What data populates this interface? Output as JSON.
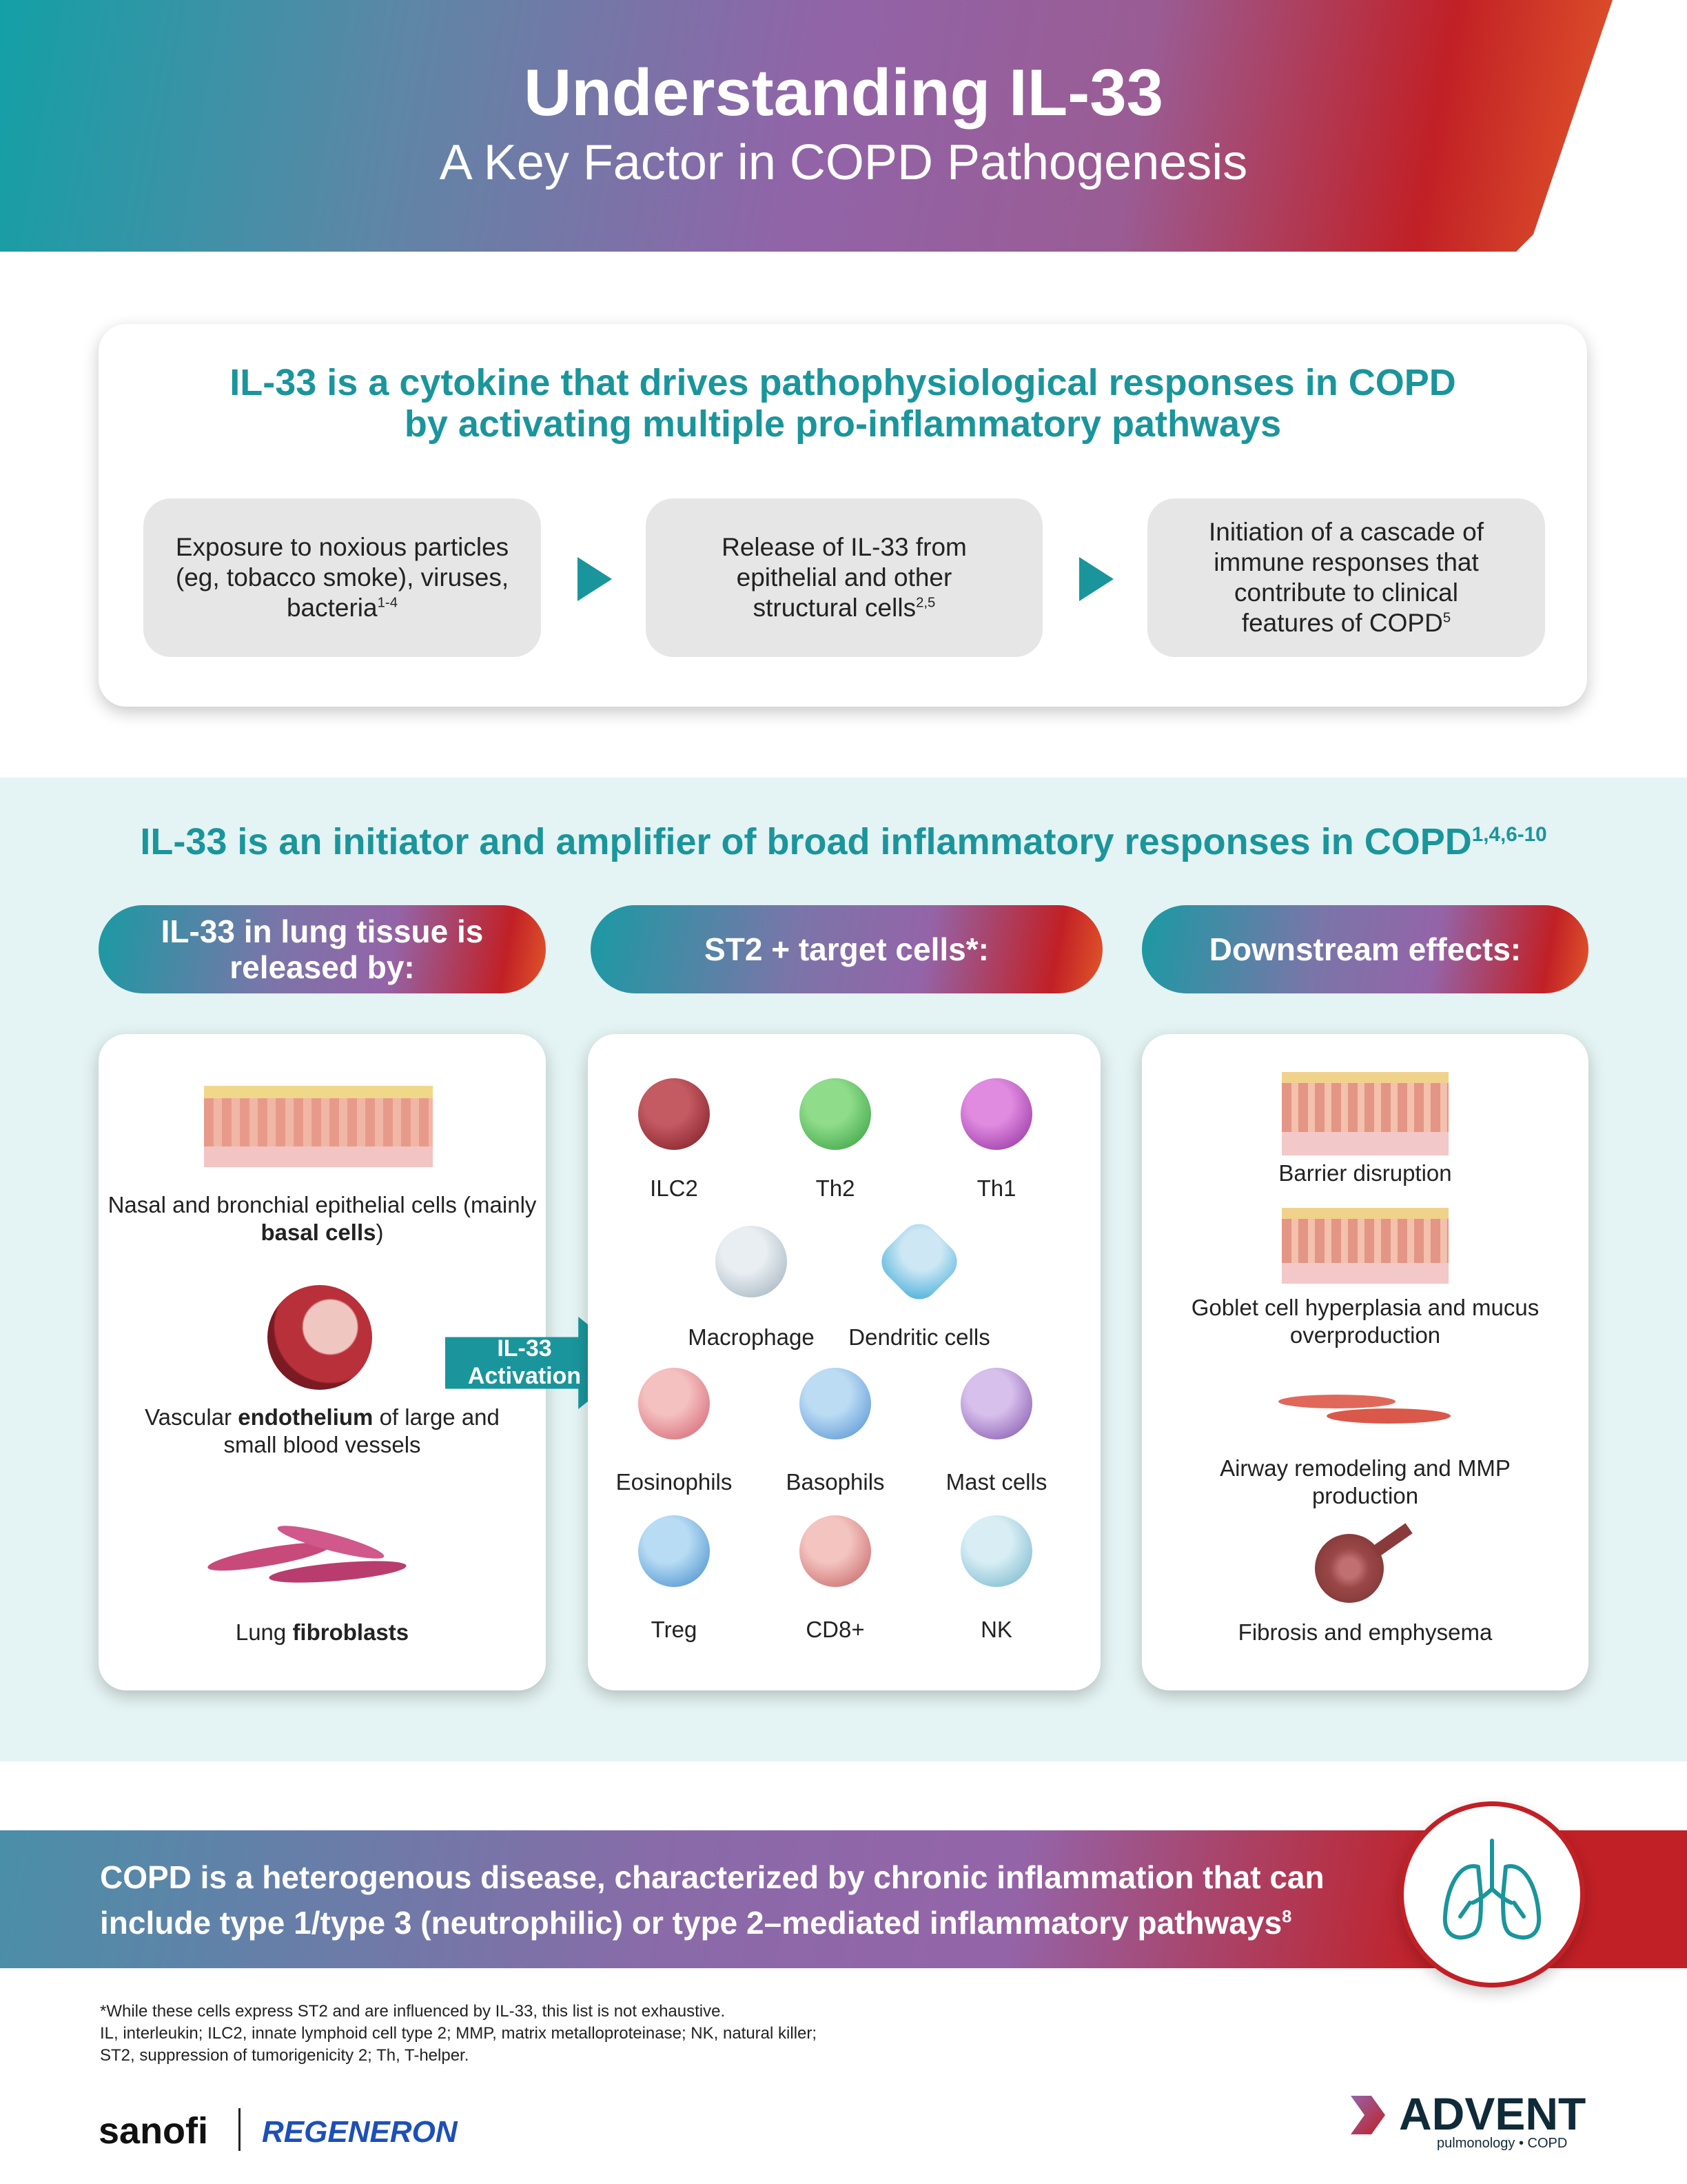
{
  "header": {
    "title": "Understanding IL-33",
    "subtitle": "A Key Factor in COPD Pathogenesis"
  },
  "intro": {
    "title_line1": "IL-33 is a cytokine that drives pathophysiological responses in COPD",
    "title_line2": "by activating multiple pro-inflammatory pathways",
    "steps": [
      {
        "text": "Exposure to noxious particles (eg, tobacco smoke), viruses, bacteria",
        "ref": "1-4"
      },
      {
        "text": "Release of IL-33 from epithelial and other structural cells",
        "ref": "2,5"
      },
      {
        "text": "Initiation of a cascade of immune responses that contribute to clinical features of COPD",
        "ref": "5"
      }
    ]
  },
  "section": {
    "title": "IL-33 is an initiator and amplifier of broad inflammatory responses in COPD",
    "ref": "1,4,6-10"
  },
  "pills": [
    "IL-33 in lung tissue is released by:",
    "ST2 + target  cells*:",
    "Downstream effects:"
  ],
  "released_by": [
    {
      "pre": "Nasal and bronchial epithelial cells (mainly ",
      "bold": "basal cells",
      "post": ")"
    },
    {
      "pre": "Vascular ",
      "bold": "endothelium",
      "post": " of large and small blood vessels"
    },
    {
      "pre": "Lung ",
      "bold": "fibroblasts",
      "post": ""
    }
  ],
  "activation": {
    "line1": "IL-33",
    "line2": "Activation"
  },
  "cells": [
    "ILC2",
    "Th2",
    "Th1",
    "Macrophage",
    "Dendritic cells",
    "Eosinophils",
    "Basophils",
    "Mast cells",
    "Treg",
    "CD8+",
    "NK"
  ],
  "effects": [
    "Barrier disruption",
    "Goblet cell hyperplasia and mucus overproduction",
    "Airway remodeling and MMP production",
    "Fibrosis and emphysema"
  ],
  "banner": {
    "text": "COPD is a heterogenous disease, characterized by chronic inflammation that can include type 1/type 3 (neutrophilic) or type 2–mediated inflammatory pathways",
    "ref": "8"
  },
  "footnotes": [
    "*While these cells express ST2 and are influenced by IL-33, this list is not exhaustive.",
    "IL, interleukin; ILC2, innate lymphoid cell type 2; MMP, matrix metalloproteinase; NK, natural killer;",
    "ST2, suppression of tumorigenicity 2; Th, T-helper."
  ],
  "logos": {
    "sanofi": "sanofi",
    "regeneron": "REGENERON",
    "advent": "ADVENT",
    "advent_sub": "pulmonology • COPD"
  },
  "colors": {
    "teal": "#1a959c",
    "purple": "#9464a8",
    "red": "#c12026",
    "band": "#e4f3f3"
  }
}
